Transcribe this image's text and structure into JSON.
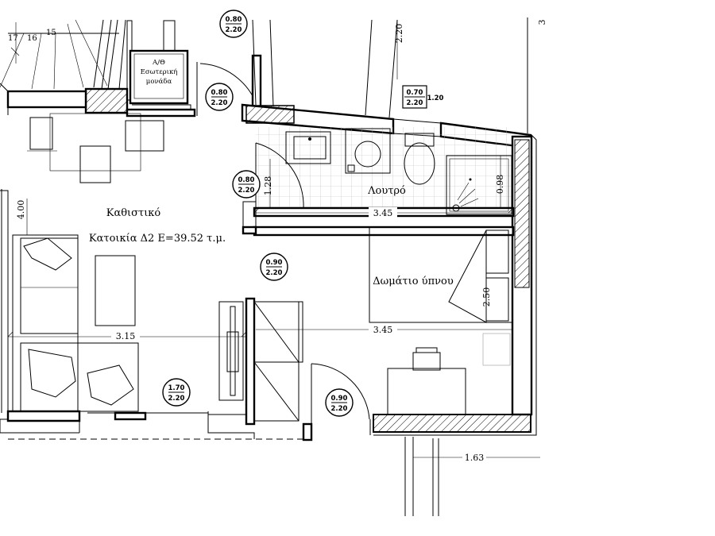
{
  "rooms": {
    "living": "Καθιστικό",
    "apartment_area": "Κατοικία Δ2 Ε=39.52 τ.μ.",
    "bathroom": "Λουτρό",
    "bedroom": "Δωμάτιο ύπνου",
    "ac_unit": [
      "Α/Θ",
      "Εσωτερική",
      "μονάδα"
    ]
  },
  "stair_numbers": [
    "17",
    "16",
    "15"
  ],
  "dimensions": {
    "living_depth": "4.00",
    "living_width": "3.15",
    "bedroom_width": "3.45",
    "bath_width": "3.45",
    "bath_depth": "1.28",
    "shower_depth": "0.98",
    "bedroom_depth": "2.50",
    "balcony": "1.63",
    "window_height": "2.20",
    "edge_mark": "3"
  },
  "openings": [
    {
      "width": "0.80",
      "height": "2.20"
    },
    {
      "width": "0.80",
      "height": "2.20"
    },
    {
      "width": "0.80",
      "height": "2.20"
    },
    {
      "width": "0.90",
      "height": "2.20"
    },
    {
      "width": "1.70",
      "height": "2.20"
    },
    {
      "width": "0.90",
      "height": "2.20"
    },
    {
      "width": "0.70",
      "height": "2.20",
      "sill": "1.20"
    }
  ]
}
